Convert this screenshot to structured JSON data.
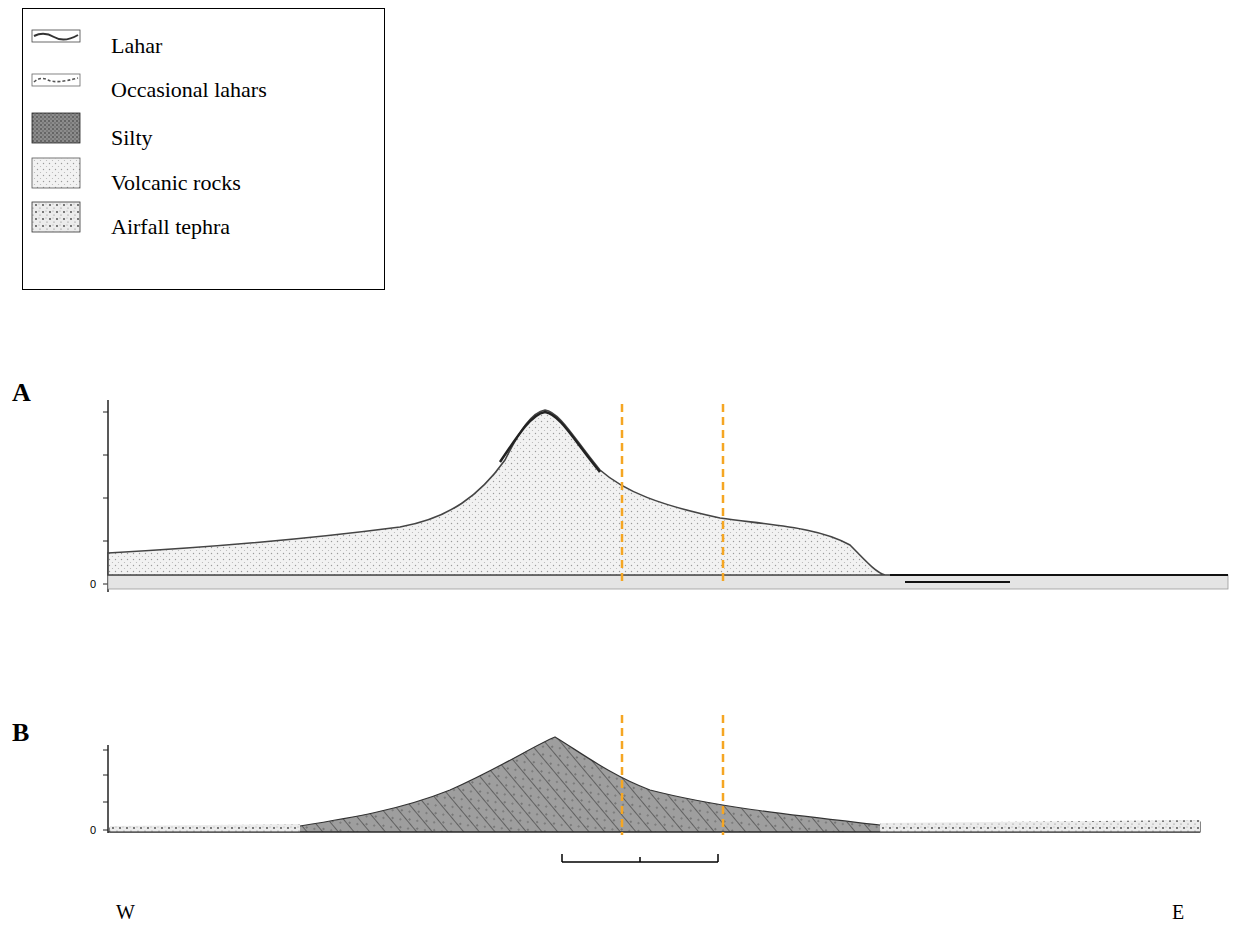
{
  "diagram": {
    "labels": [
      "A",
      "B",
      "W",
      "E",
      "0",
      "0"
    ],
    "legend": [
      {
        "text": "Lahar"
      },
      {
        "text": "Occasional lahars"
      },
      {
        "text": "Silty"
      },
      {
        "text": "Volcanic rocks"
      },
      {
        "text": "Airfall tephra"
      }
    ]
  }
}
